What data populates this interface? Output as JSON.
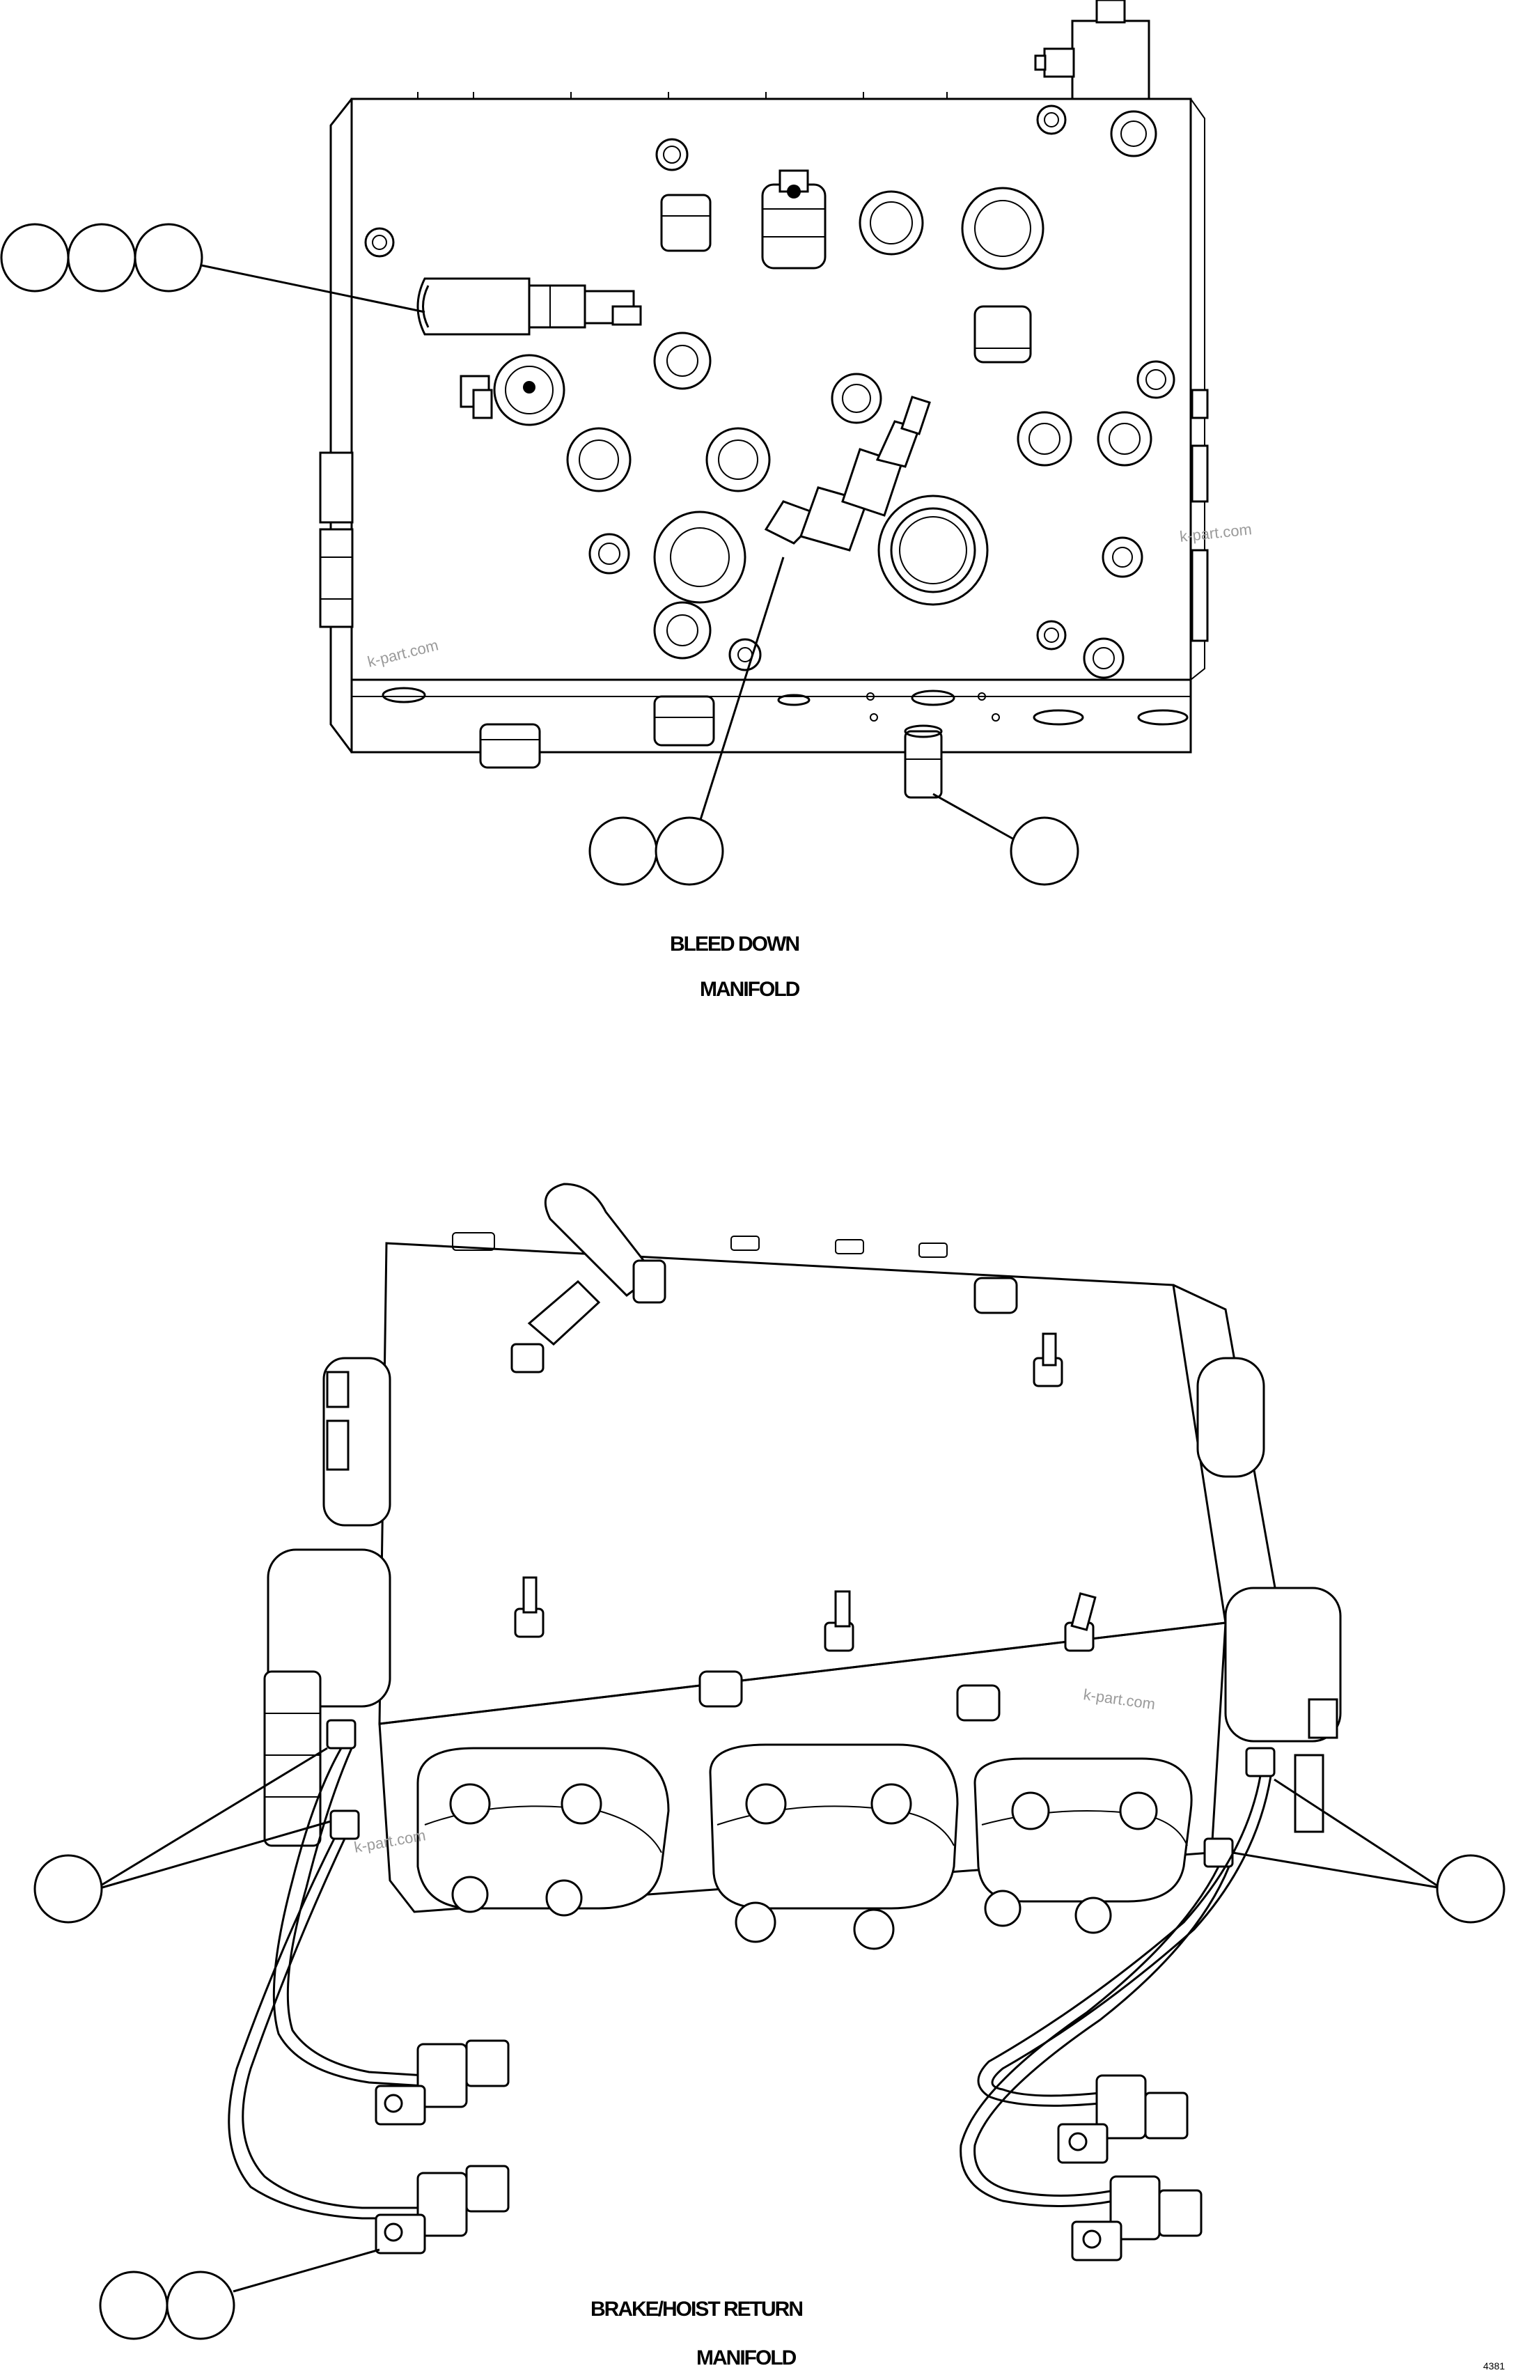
{
  "top_view": {
    "caption_line1": "BLEED DOWN",
    "caption_line2": "MANIFOLD",
    "watermarks": [
      "k-part.com",
      "k-part.com"
    ]
  },
  "bottom_view": {
    "caption_line1": "BRAKE/HOIST RETURN",
    "caption_line2": "MANIFOLD",
    "watermarks": [
      "k-part.com",
      "k-part.com"
    ]
  },
  "drawing_code": "4381",
  "colors": {
    "line": "#000000",
    "paper": "#ffffff",
    "watermark": "#9a9a9a"
  },
  "callouts": [
    {
      "id": "top-solenoid",
      "count": 3
    },
    {
      "id": "top-sensor",
      "count": 2
    },
    {
      "id": "top-fitting",
      "count": 1
    },
    {
      "id": "bottom-left-harness",
      "count": 1
    },
    {
      "id": "bottom-right-harness",
      "count": 1
    },
    {
      "id": "bottom-connector",
      "count": 2
    }
  ]
}
